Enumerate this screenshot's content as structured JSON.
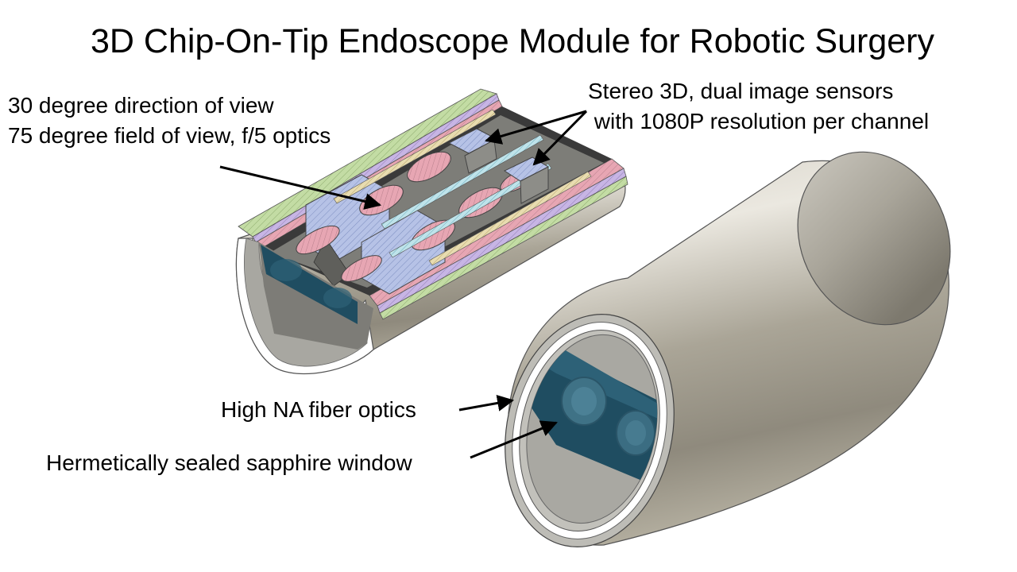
{
  "title": "3D Chip-On-Tip Endoscope Module for Robotic Surgery",
  "annotations": {
    "optics": [
      "30 degree direction of view",
      "75 degree field of view, f/5 optics"
    ],
    "sensors": [
      "Stereo 3D, dual image sensors",
      " with 1080P resolution per channel"
    ],
    "fiber": "High NA fiber optics",
    "window": "Hermetically sealed sapphire window"
  },
  "colors": {
    "housing_metal": "#a8a396",
    "lens_pink": "#e8a4ad",
    "sensor_blue": "#a9b8de",
    "layer_green": "#b8d49a",
    "window_teal": "#1f4d61",
    "fiber_ring": "#ffffff"
  }
}
